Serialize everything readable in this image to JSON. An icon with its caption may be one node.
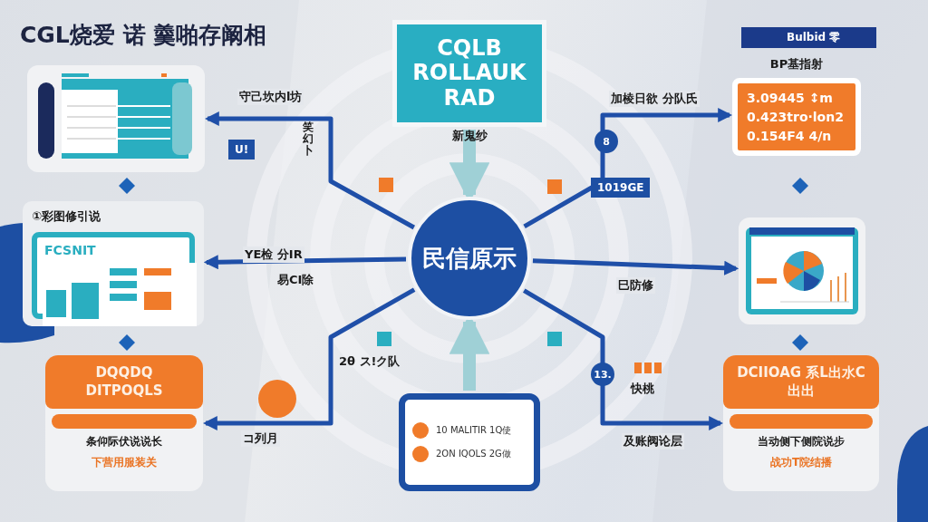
{
  "diagram": {
    "title": "CGL烧爱 诺 羹啪存阚相",
    "nodes": [
      {
        "text": [
          "民信原示"
        ]
      },
      {
        "text": [
          "CQLB ROLLAUK RAD"
        ],
        "beside": [
          "新鬼纱"
        ]
      },
      {
        "text": [],
        "shape": "picture"
      },
      {
        "text": [
          "①彩图修引说",
          "FCSNIT"
        ]
      },
      {
        "text": [
          "DQQDQ DITPOQLS",
          "条仰际伏说说长",
          "下营用服装关"
        ]
      },
      {
        "text": [
          "10 MALITIR 1Q使",
          "2ON IQOLS 2G做"
        ]
      },
      {
        "text": [
          "BP基指射",
          "3.09445 ↕m",
          "0.423tro·lon2",
          "0.154F4 4/n"
        ]
      },
      {
        "text": [],
        "shape": "picture"
      },
      {
        "text": [
          "DCIIOAG 系L出水C出出",
          "当动侧下侧院说步",
          "战功T院结播"
        ]
      }
    ],
    "edges": [
      {
        "from": 0,
        "to": 2,
        "arrow": "to",
        "label": "守己坎内l坊"
      },
      {
        "from": 0,
        "to": 3,
        "arrow": "to",
        "label": "YE检 分IR"
      },
      {
        "from": 0,
        "to": 4,
        "arrow": "to",
        "label": "コ列月"
      },
      {
        "from": 0,
        "to": 6,
        "arrow": "to",
        "label": "加棱日欲 分队氏"
      },
      {
        "from": 0,
        "to": 7,
        "arrow": "to",
        "label": "巳防修"
      },
      {
        "from": 0,
        "to": 8,
        "arrow": "to",
        "label": "及账阀论层"
      },
      {
        "from": 1,
        "to": 0,
        "arrow": "to",
        "style": "thick",
        "color": "#9fd0d6"
      },
      {
        "from": 5,
        "to": 0,
        "arrow": "to",
        "style": "thick",
        "color": "#9fd0d6"
      }
    ],
    "labels": [
      "U!",
      "笑幻卜",
      "1019GE",
      "8",
      "易CI除",
      "2θ ス!ク队",
      "13.",
      "快桃",
      "Bulbid 零"
    ]
  }
}
